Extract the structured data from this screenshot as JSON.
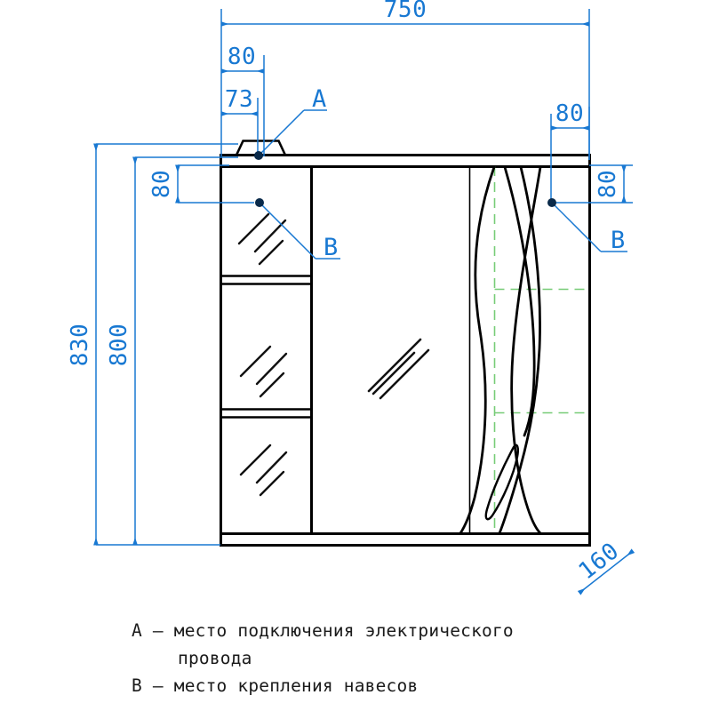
{
  "drawing": {
    "title": "Bathroom mirror cabinet technical drawing",
    "colors": {
      "dimension": "#1878d2",
      "outline": "#000000",
      "guide": "#77cc77",
      "background": "#ffffff"
    },
    "dimensions": {
      "overall_width": "750",
      "top_offset_a_outer": "80",
      "top_offset_a_inner": "73",
      "left_hanger_drop": "80",
      "right_hanger_offset": "80",
      "right_hanger_drop": "80",
      "total_height": "830",
      "body_height": "800",
      "depth": "160"
    },
    "callouts": {
      "a_label": "A",
      "b_label_left": "B",
      "b_label_right": "B"
    },
    "legend": {
      "line1": "A – место подключения электрического",
      "line1_cont": "провода",
      "line2": "B – место крепления навесов"
    }
  }
}
